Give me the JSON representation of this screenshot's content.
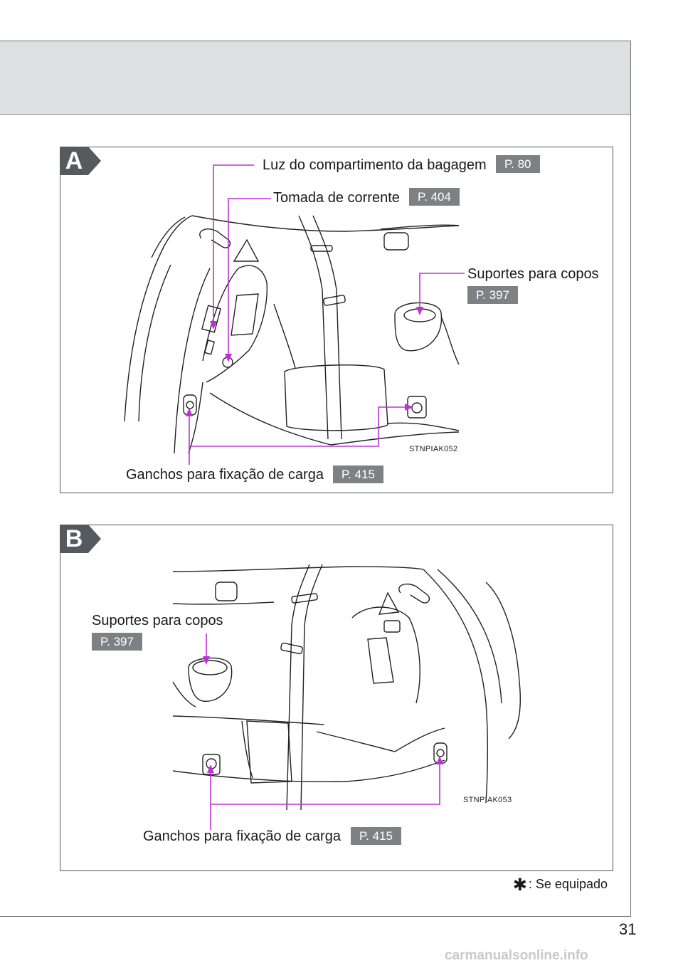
{
  "panels": [
    {
      "letter": "A",
      "image_code": "STNPIAK052",
      "callouts": [
        {
          "label": "Luz do compartimento da bagagem",
          "page_ref": "P. 80"
        },
        {
          "label": "Tomada de corrente",
          "page_ref": "P. 404"
        },
        {
          "label": "Suportes para copos",
          "page_ref": "P. 397"
        },
        {
          "label": "Ganchos para fixação de carga",
          "page_ref": "P. 415"
        }
      ]
    },
    {
      "letter": "B",
      "image_code": "STNPIAK053",
      "callouts": [
        {
          "label": "Suportes para copos",
          "page_ref": "P. 397"
        },
        {
          "label": "Ganchos para fixação de carga",
          "page_ref": "P. 415"
        }
      ]
    }
  ],
  "footnote": {
    "symbol": "✱",
    "text": ": Se equipado"
  },
  "page_number": "31",
  "watermark": "carmanualsonline.info",
  "colors": {
    "leader_line": "#c030d8",
    "page_ref_bg": "#7d8184",
    "header_band": "#dde1e3",
    "panel_letter_bg": "#555a5e"
  }
}
